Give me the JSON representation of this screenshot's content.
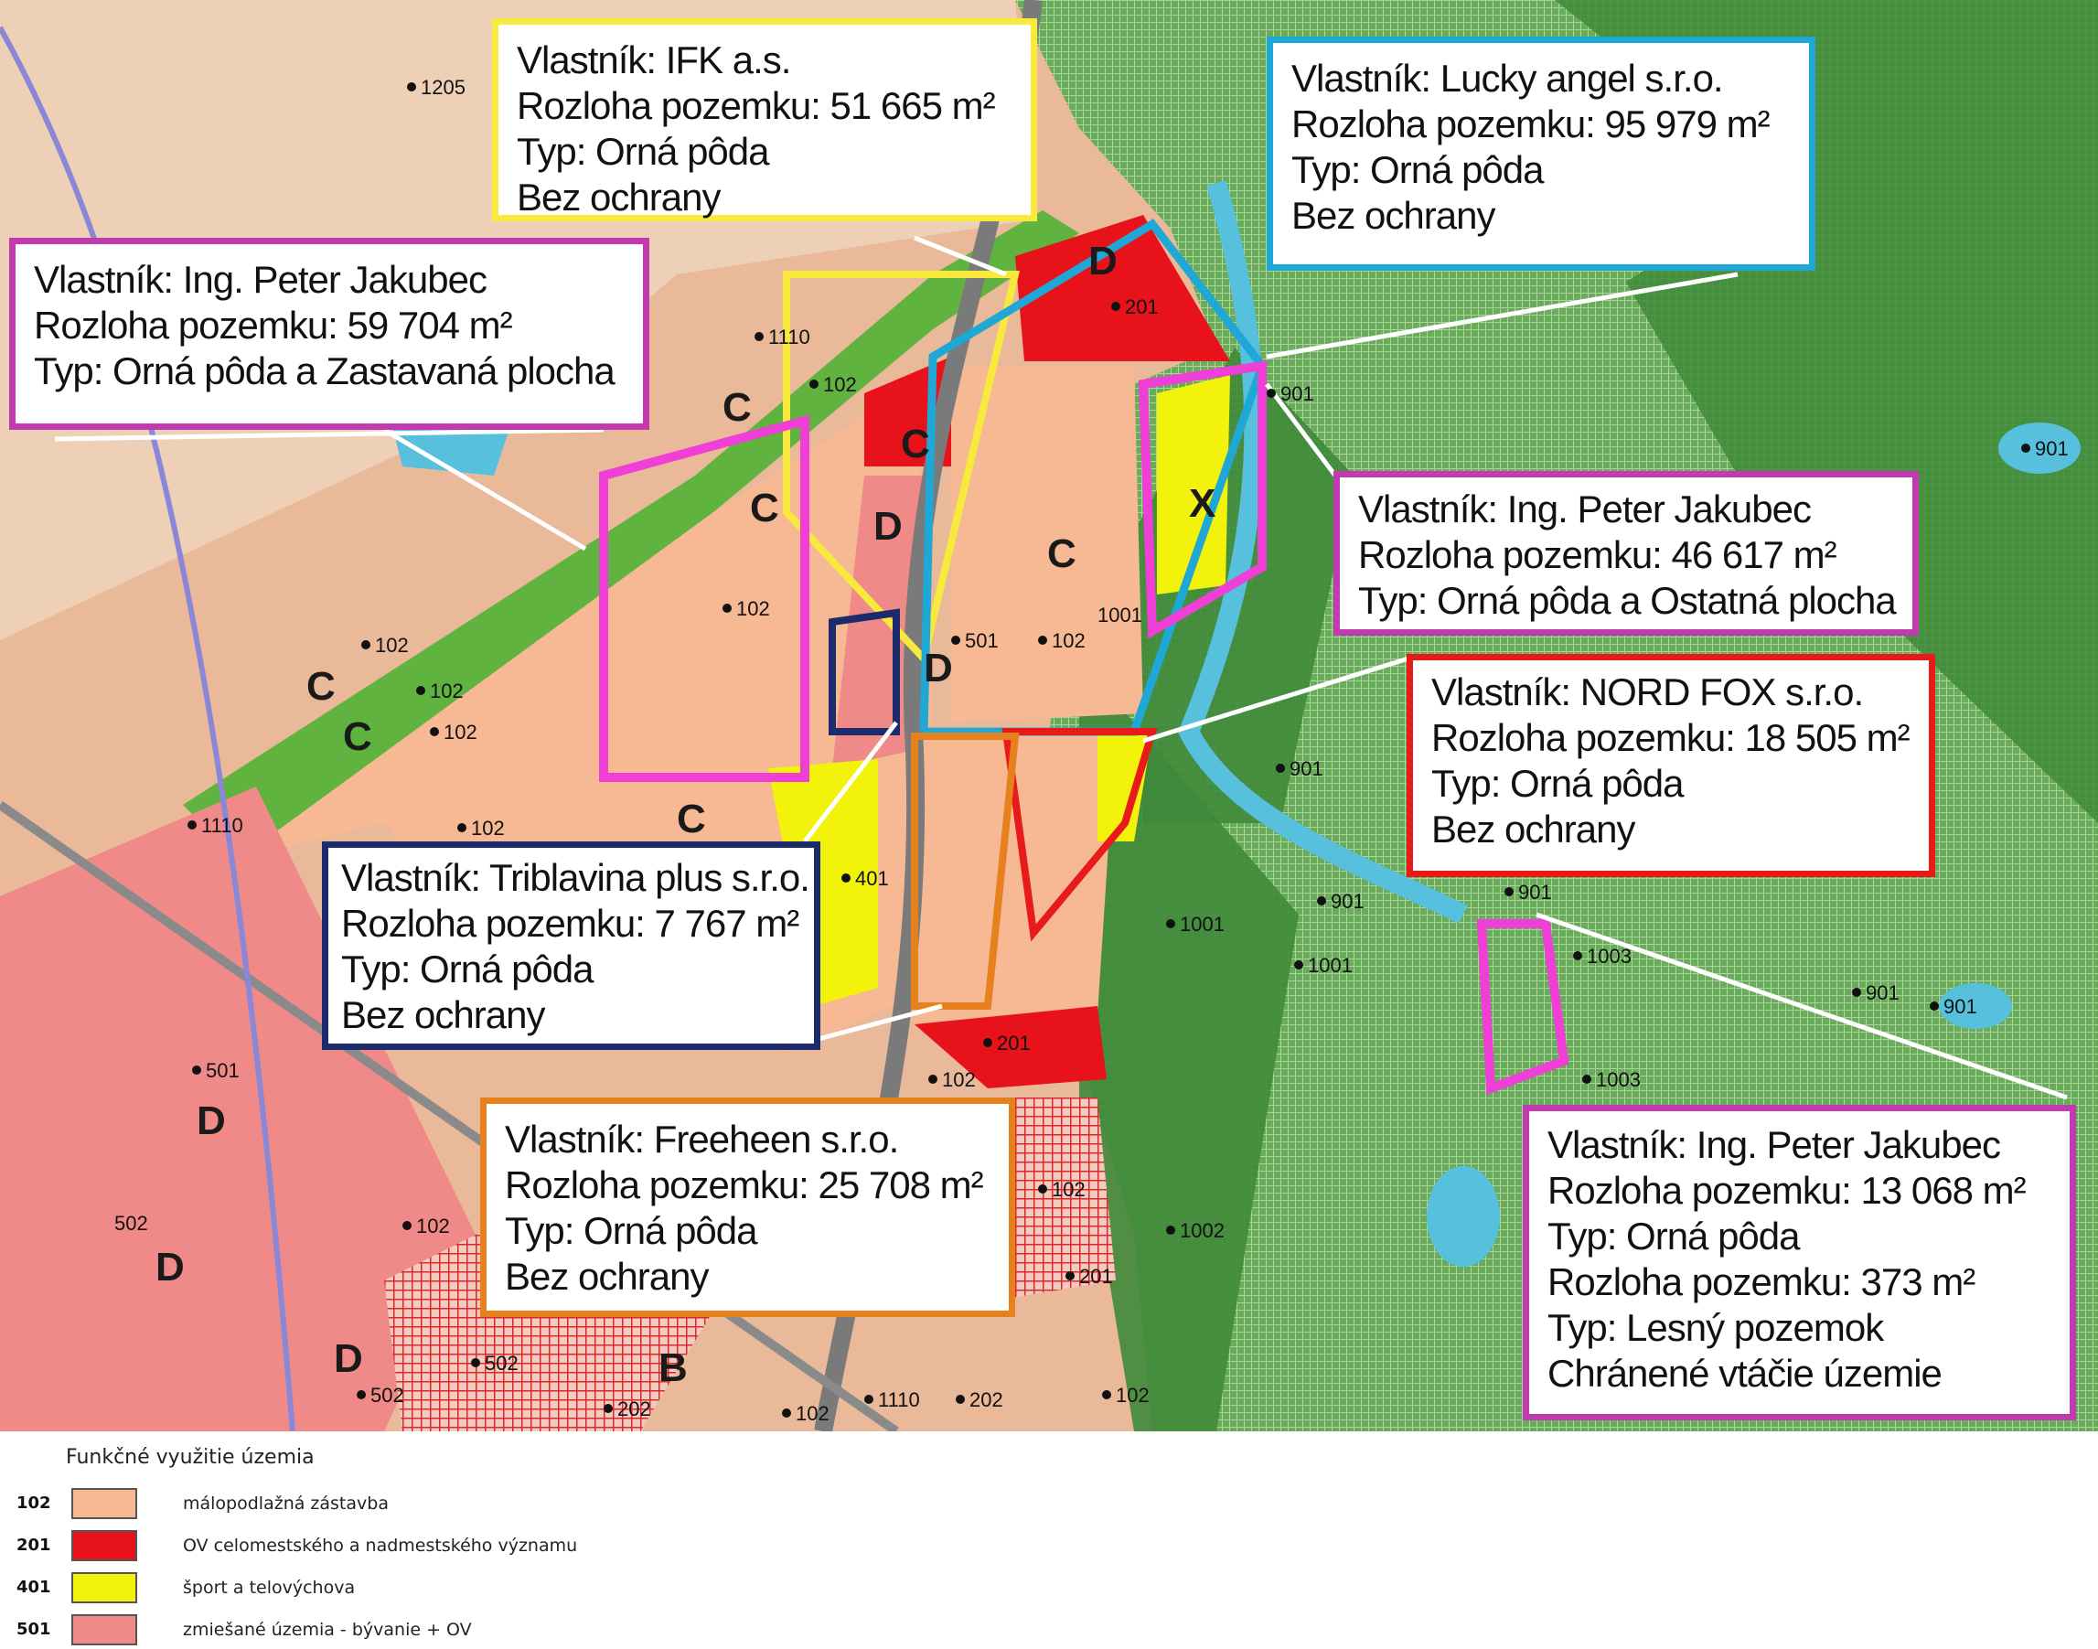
{
  "colors": {
    "forest_dark": "#3f8a3a",
    "forest_grid": "#79b66b",
    "green_strip": "#5fb33e",
    "beige": "#eab99a",
    "pale_beige": "#f6dfcc",
    "salmon_102": "#f7b894",
    "red_201": "#e8121a",
    "yellow_401": "#f2f20a",
    "pink_501": "#f08a88",
    "water": "#56c0dd",
    "border_yellow": "#f7ea3c",
    "border_cyan": "#1fa8d6",
    "border_magenta": "#c23ab0",
    "border_navy": "#1c2b6b",
    "border_red": "#e81a1a",
    "border_orange": "#e6821e",
    "parcel_magenta": "#ef3fd7"
  },
  "callouts": [
    {
      "id": "ifk",
      "color_key": "border_yellow",
      "lines": [
        "Vlastník:  IFK a.s.",
        "Rozloha pozemku: 51 665 m²",
        "Typ: Orná pôda",
        "Bez ochrany"
      ]
    },
    {
      "id": "lucky",
      "color_key": "border_cyan",
      "lines": [
        "Vlastník: Lucky angel s.r.o.",
        "Rozloha pozemku: 95 979 m²",
        "Typ: Orná pôda",
        "Bez ochrany"
      ]
    },
    {
      "id": "jakubec1",
      "color_key": "border_magenta",
      "lines": [
        "Vlastník: Ing. Peter Jakubec",
        "Rozloha pozemku: 59 704 m²",
        "Typ: Orná pôda a Zastavaná plocha"
      ]
    },
    {
      "id": "jakubec2",
      "color_key": "border_magenta",
      "lines": [
        "Vlastník: Ing. Peter Jakubec",
        "Rozloha pozemku: 46 617 m²",
        "Typ: Orná pôda a Ostatná plocha"
      ]
    },
    {
      "id": "nordfox",
      "color_key": "border_red",
      "lines": [
        "Vlastník: NORD FOX  s.r.o.",
        "Rozloha pozemku: 18 505 m²",
        "Typ: Orná pôda",
        "Bez ochrany"
      ]
    },
    {
      "id": "triblavina",
      "color_key": "border_navy",
      "lines": [
        "Vlastník: Triblavina plus  s.r.o.",
        "Rozloha pozemku: 7 767 m²",
        "Typ: Orná pôda",
        "Bez ochrany"
      ]
    },
    {
      "id": "freeheen",
      "color_key": "border_orange",
      "lines": [
        "Vlastník: Freeheen s.r.o.",
        "Rozloha pozemku: 25 708 m²",
        "Typ: Orná pôda",
        "Bez ochrany"
      ]
    },
    {
      "id": "jakubec3",
      "color_key": "border_magenta",
      "lines": [
        "Vlastník: Ing. Peter Jakubec",
        "Rozloha pozemku: 13 068 m²",
        "Typ: Orná pôda",
        "Rozloha pozemku: 373 m²",
        "Typ: Lesný pozemok",
        "Chránené vtáčie územie"
      ]
    }
  ],
  "map_labels": {
    "zone_letters": [
      "C",
      "C",
      "C",
      "C",
      "C",
      "C",
      "C",
      "D",
      "D",
      "D",
      "D",
      "D",
      "D",
      "B",
      "X"
    ],
    "codes": [
      "1205",
      "1110",
      "102",
      "102",
      "102",
      "102",
      "102",
      "102",
      "102",
      "102",
      "102",
      "102",
      "102",
      "102",
      "201",
      "201",
      "201",
      "501",
      "401",
      "501",
      "901",
      "901",
      "901",
      "901",
      "901",
      "901",
      "901",
      "1001",
      "1001",
      "1003",
      "1003",
      "1002",
      "1110",
      "502",
      "502",
      "502",
      "202",
      "202",
      "1110",
      "1001"
    ]
  },
  "legend": {
    "title": "Funkčné využitie územia",
    "items": [
      {
        "code": "102",
        "color": "#f7b894",
        "label": "málopodlažná zástavba"
      },
      {
        "code": "201",
        "color": "#e8121a",
        "label": "OV celomestského a nadmestského významu"
      },
      {
        "code": "401",
        "color": "#f2f20a",
        "label": "šport a telovýchova"
      },
      {
        "code": "501",
        "color": "#f08a88",
        "label": "zmiešané územia - bývanie + OV"
      }
    ]
  }
}
